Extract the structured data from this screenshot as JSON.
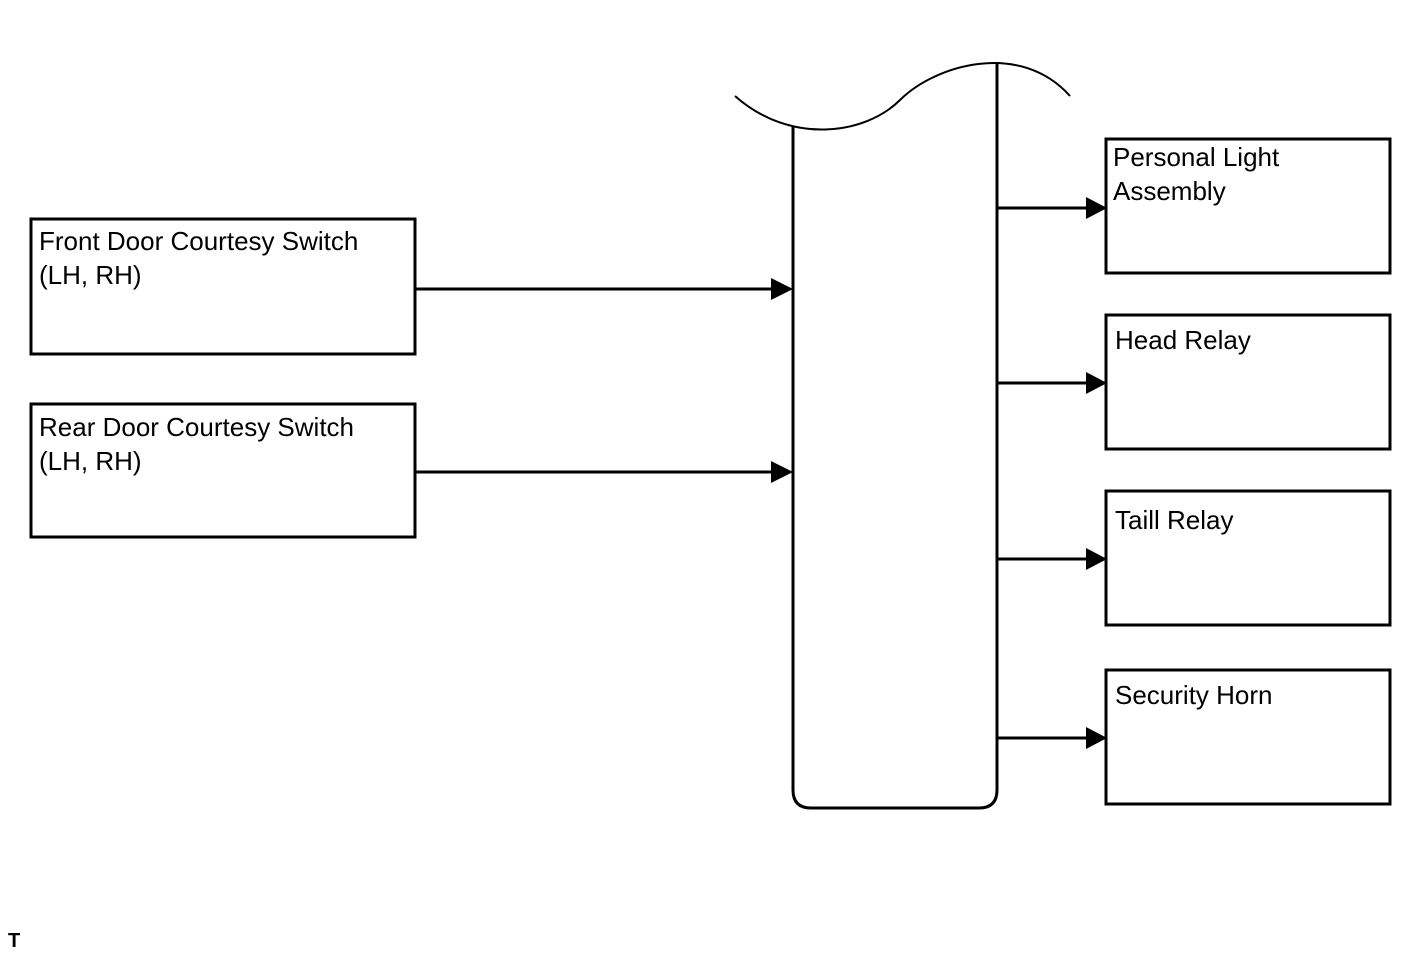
{
  "inputs": [
    {
      "label": "Front Door Courtesy Switch\n(LH, RH)"
    },
    {
      "label": "Rear Door Courtesy Switch\n(LH, RH)"
    }
  ],
  "outputs": [
    {
      "label": "Personal Light\nAssembly"
    },
    {
      "label": "Head Relay"
    },
    {
      "label": "Taill Relay"
    },
    {
      "label": "Security Horn"
    }
  ],
  "footer_mark": "T"
}
